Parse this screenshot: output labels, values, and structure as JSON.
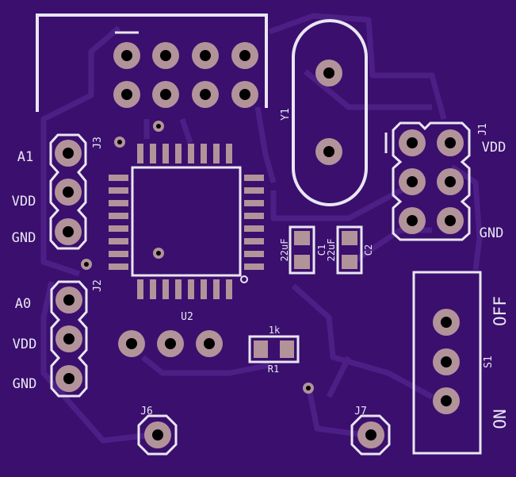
{
  "board": {
    "bg_color": "#3a0f6e",
    "trace_color": "#4d1f86",
    "silk_color": "#e9e6f2",
    "pad_color": "#b2939a"
  },
  "labels": {
    "j1": "J1",
    "j2": "J2",
    "j3": "J3",
    "j6": "J6",
    "j7": "J7",
    "y1": "Y1",
    "u2": "U2",
    "c1": "C1",
    "c2": "C2",
    "r1": "R1",
    "s1": "S1",
    "c1_value": "22uF",
    "c2_value": "22uF",
    "r1_value": "1k",
    "a1": "A1",
    "a0": "A0",
    "vdd_j3": "VDD",
    "gnd_j3": "GND",
    "vdd_j2": "VDD",
    "gnd_j2": "GND",
    "vdd_j1": "VDD",
    "gnd_j1": "GND",
    "s1_off": "OFF",
    "s1_on": "ON"
  }
}
